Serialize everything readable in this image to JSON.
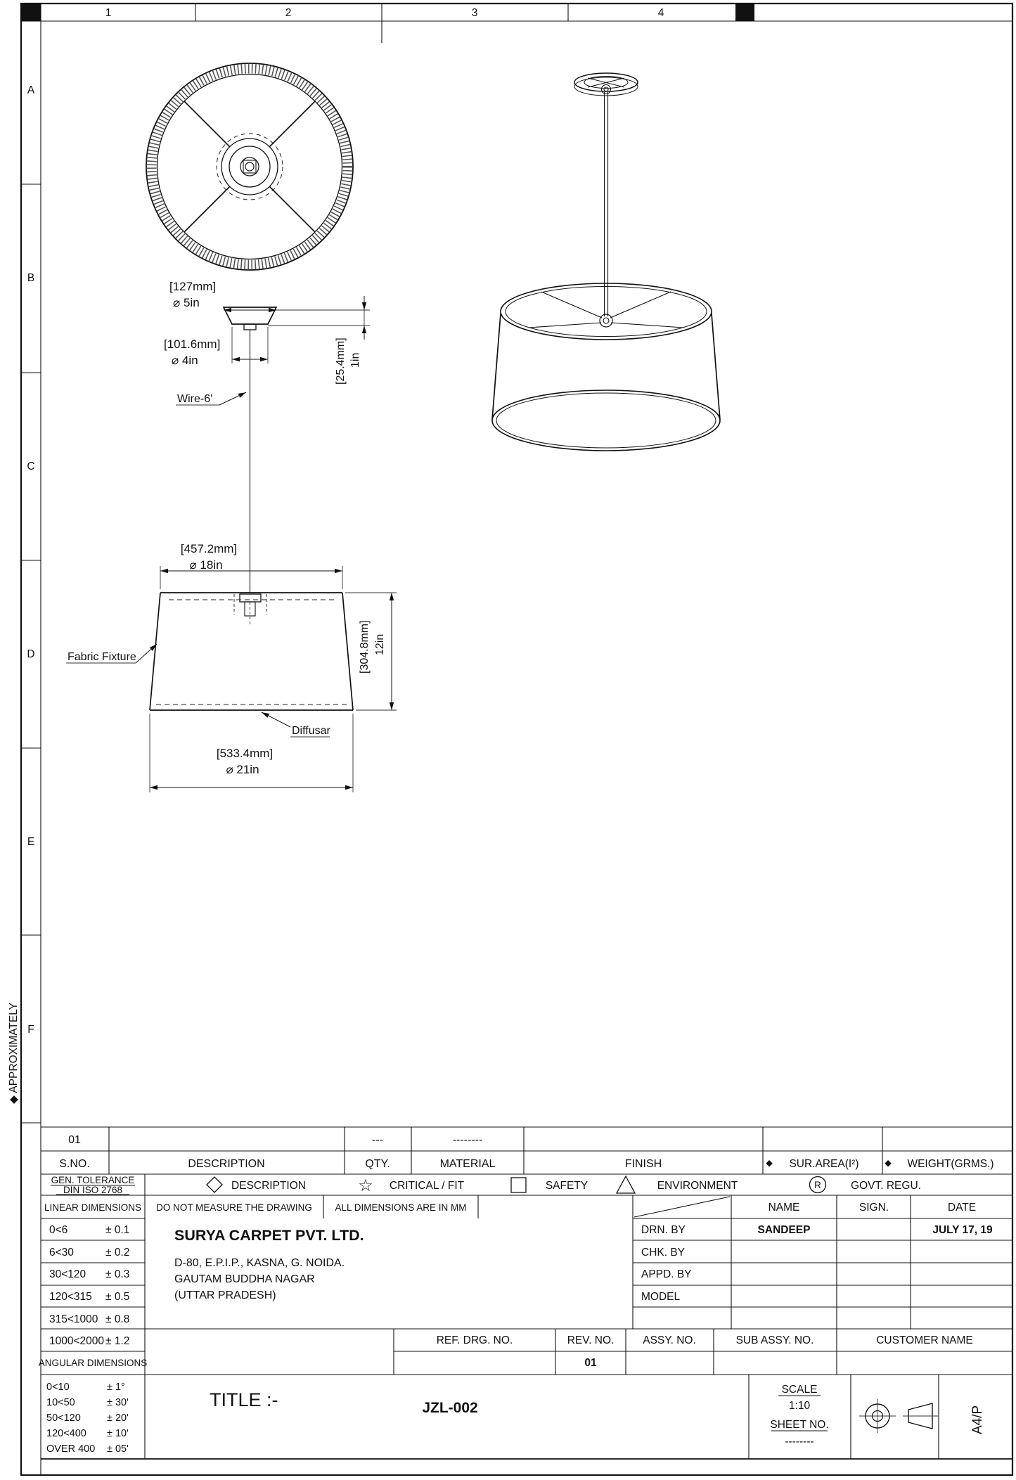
{
  "sheet": {
    "zones_top": [
      "1",
      "2",
      "3",
      "4"
    ],
    "zones_left": [
      "A",
      "B",
      "C",
      "D",
      "E",
      "F"
    ],
    "margin_note": "◆ APPROXIMATELY",
    "format": "A4/P"
  },
  "drawing": {
    "canopy_dia_mm": "[127mm]",
    "canopy_dia_in": "⌀ 5in",
    "canopy_base_mm": "[101.6mm]",
    "canopy_base_in": "⌀ 4in",
    "canopy_h_mm": "[25.4mm]",
    "canopy_h_in": "1in",
    "wire_label": "Wire-6'",
    "shade_top_mm": "[457.2mm]",
    "shade_top_in": "⌀ 18in",
    "shade_h_mm": "[304.8mm]",
    "shade_h_in": "12in",
    "shade_bot_mm": "[533.4mm]",
    "shade_bot_in": "⌀ 21in",
    "fabric_label": "Fabric Fixture",
    "diffuser_label": "Diffusar"
  },
  "bom": {
    "row": {
      "sno": "01",
      "qty": "---",
      "material": "--------"
    },
    "head": {
      "sno": "S.NO.",
      "description": "DESCRIPTION",
      "qty": "QTY.",
      "material": "MATERIAL",
      "finish": "FINISH",
      "sur_area": "SUR.AREA(I²)",
      "weight": "WEIGHT(GRMS.)",
      "diamond": "◆"
    }
  },
  "legend": {
    "gen_tol_1": "GEN. TOLERANCE",
    "gen_tol_2": "DIN ISO 2768",
    "items": [
      {
        "label": "DESCRIPTION"
      },
      {
        "label": "CRITICAL / FIT"
      },
      {
        "label": "SAFETY"
      },
      {
        "label": "ENVIRONMENT"
      },
      {
        "label": "GOVT. REGU."
      }
    ],
    "star": "☆",
    "r_mark": "R"
  },
  "notes": {
    "linear_title": "LINEAR DIMENSIONS",
    "do_not": "DO NOT MEASURE THE DRAWING",
    "all_dims": "ALL DIMENSIONS ARE IN MM",
    "name": "NAME",
    "sign": "SIGN.",
    "date": "DATE",
    "angular_title": "ANGULAR DIMENSIONS"
  },
  "tolerances": {
    "linear": [
      [
        "0<6",
        "± 0.1"
      ],
      [
        "6<30",
        "± 0.2"
      ],
      [
        "30<120",
        "± 0.3"
      ],
      [
        "120<315",
        "± 0.5"
      ],
      [
        "315<1000",
        "± 0.8"
      ],
      [
        "1000<2000",
        "± 1.2"
      ]
    ],
    "angular": [
      [
        "0<10",
        "± 1°"
      ],
      [
        "10<50",
        "± 30'"
      ],
      [
        "50<120",
        "± 20'"
      ],
      [
        "120<400",
        "± 10'"
      ],
      [
        "OVER 400",
        "± 05'"
      ]
    ]
  },
  "company": {
    "name": "SURYA CARPET PVT. LTD.",
    "addr1": "D-80, E.P.I.P., KASNA, G. NOIDA.",
    "addr2": "GAUTAM BUDDHA NAGAR",
    "addr3": "(UTTAR PRADESH)"
  },
  "approvals": {
    "drn": "DRN. BY",
    "chk": "CHK. BY",
    "appd": "APPD. BY",
    "model": "MODEL",
    "drn_name": "SANDEEP",
    "drn_date": "JULY 17, 19"
  },
  "refs": {
    "ref": "REF. DRG. NO.",
    "rev": "REV. NO.",
    "assy": "ASSY. NO.",
    "sub": "SUB ASSY. NO.",
    "customer": "CUSTOMER NAME",
    "rev_val": "01"
  },
  "titleblock": {
    "title_label": "TITLE :-",
    "drawing_no": "JZL-002",
    "scale_label": "SCALE",
    "scale": "1:10",
    "sheet_label": "SHEET NO.",
    "sheet": "--------"
  }
}
